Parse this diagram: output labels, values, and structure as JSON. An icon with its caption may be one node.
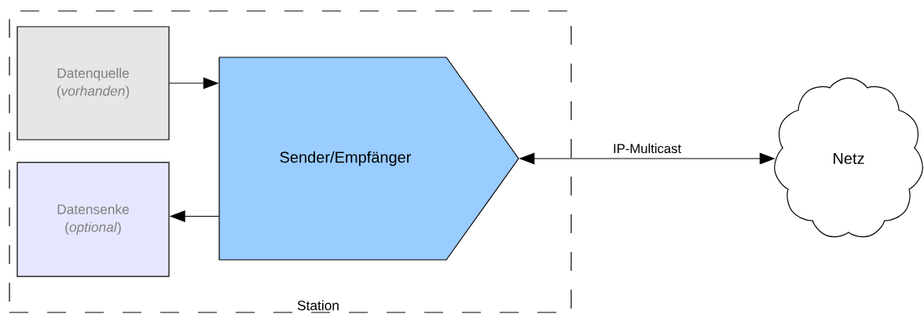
{
  "diagram": {
    "nodes": [
      {
        "text": [
          "Station"
        ]
      },
      {
        "text": [
          "Datenquelle (*vorhanden*)"
        ],
        "in": 0
      },
      {
        "text": [
          "Datensenke (*optional*)"
        ],
        "in": 0
      },
      {
        "text": [
          "Sender/Empfänger"
        ],
        "in": 0
      },
      {
        "text": [
          "Netz"
        ]
      }
    ],
    "edges": [
      {
        "from": 1,
        "to": 3,
        "arrow": "to"
      },
      {
        "from": 3,
        "to": 2,
        "arrow": "to"
      },
      {
        "from": 3,
        "to": 4,
        "arrow": "both",
        "label": "IP-Multicast"
      }
    ]
  }
}
